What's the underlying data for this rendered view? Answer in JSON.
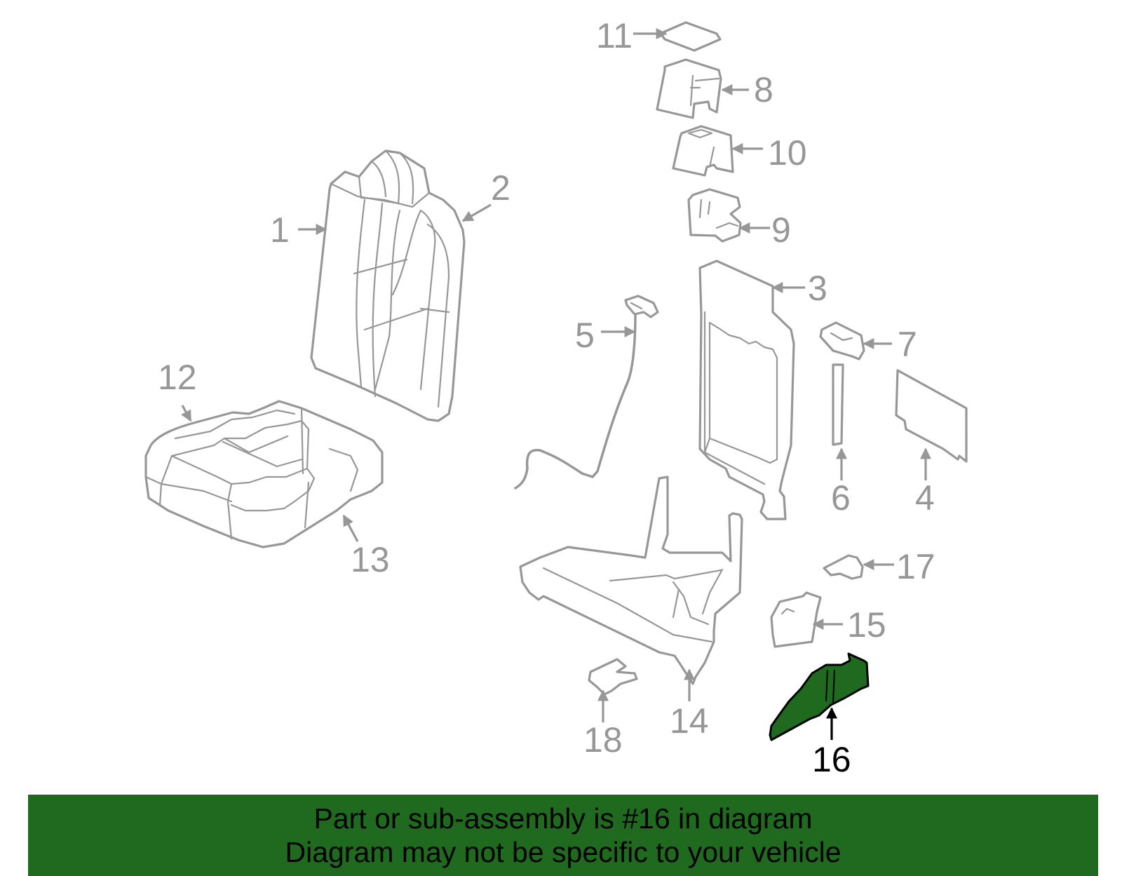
{
  "diagram": {
    "highlighted_part": "16",
    "colors": {
      "highlight": "#1f6a1f",
      "line": "#979797",
      "text_active": "#000000"
    },
    "callouts": {
      "c1": "1",
      "c2": "2",
      "c3": "3",
      "c4": "4",
      "c5": "5",
      "c6": "6",
      "c7": "7",
      "c8": "8",
      "c9": "9",
      "c10": "10",
      "c11": "11",
      "c12": "12",
      "c13": "13",
      "c14": "14",
      "c15": "15",
      "c16": "16",
      "c17": "17",
      "c18": "18"
    }
  },
  "banner": {
    "line1": "Part or sub-assembly is #16 in diagram",
    "line2": "Diagram may not be specific to your vehicle"
  }
}
